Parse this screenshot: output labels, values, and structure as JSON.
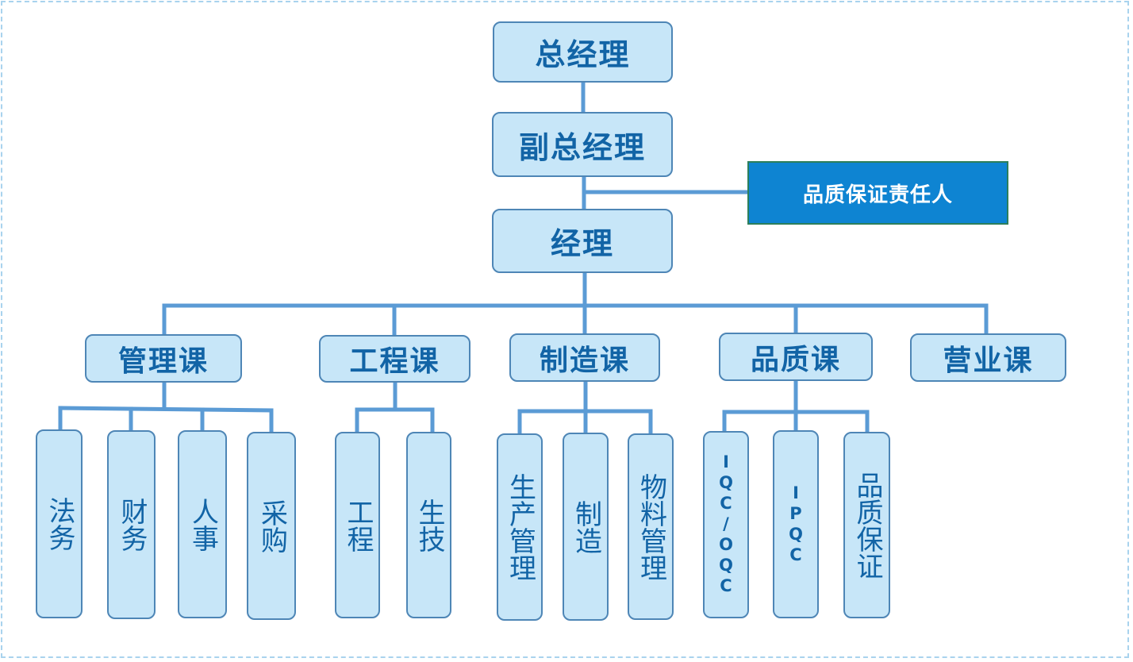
{
  "nodes": {
    "gm": "总经理",
    "deputy_gm": "副总经理",
    "manager": "经理",
    "qa_responsible": "品质保证责任人",
    "admin_dept": "管理课",
    "eng_dept": "工程课",
    "mfg_dept": "制造课",
    "quality_dept": "品质课",
    "sales_dept": "营业课",
    "legal": "法务",
    "finance": "财务",
    "hr": "人事",
    "purchasing": "采购",
    "engineering": "工程",
    "prod_tech": "生技",
    "prod_mgmt": "生产管理",
    "manufacturing": "制造",
    "material_mgmt": "物料管理",
    "iqc_oqc": "IQC/OQC",
    "ipqc": "IPQC",
    "quality_assurance": "品质保证"
  },
  "colors": {
    "box_fill": "#c7e6f8",
    "box_border": "#4e86b6",
    "text": "#1264a6",
    "connector": "#5b9bd5",
    "qa_fill": "#0e84d2",
    "qa_border": "#2d7f5c",
    "frame": "#a9d3ee"
  }
}
